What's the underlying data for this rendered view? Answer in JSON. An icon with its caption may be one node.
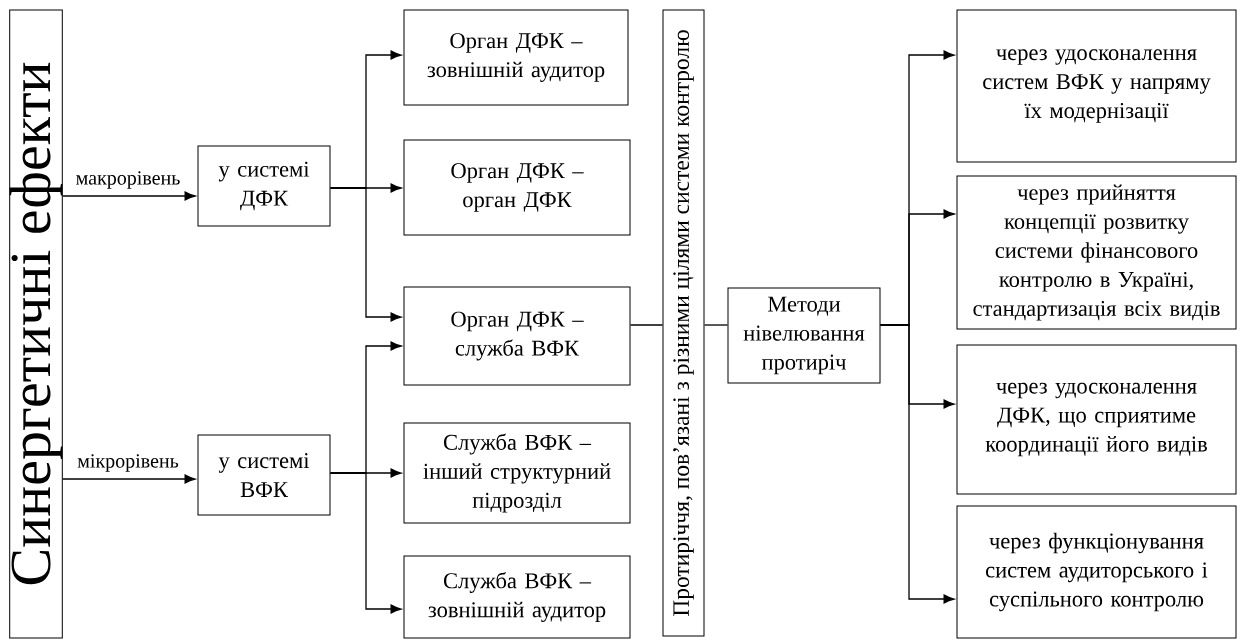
{
  "diagram": {
    "nodes": [
      {
        "text": [
          "Синергетичні ефекти"
        ]
      },
      {
        "text": [
          "у системі ДФК"
        ]
      },
      {
        "text": [
          "у системі ВФК"
        ]
      },
      {
        "text": [
          "Орган ДФК – зовнішній аудитор"
        ]
      },
      {
        "text": [
          "Орган ДФК – орган ДФК"
        ]
      },
      {
        "text": [
          "Орган ДФК – служба ВФК"
        ]
      },
      {
        "text": [
          "Служба ВФК – інший структурний підрозділ"
        ]
      },
      {
        "text": [
          "Служба ВФК – зовнішній аудитор"
        ]
      },
      {
        "text": [
          "Протиріччя, пов’язані з різними цілями системи контролю"
        ]
      },
      {
        "text": [
          "Методи нівелювання протиріч"
        ]
      },
      {
        "text": [
          "через удосконалення систем ВФК у напряму їх модернізації"
        ]
      },
      {
        "text": [
          "через прийняття концепції розвитку системи фінансового контролю в Україні, стандартизація всіх видів"
        ]
      },
      {
        "text": [
          "через удосконалення ДФК, що сприятиме координації його видів"
        ]
      },
      {
        "text": [
          "через функціонування систем аудиторського і суспільного контролю"
        ]
      }
    ],
    "edges": [
      {
        "from": 0,
        "to": 1,
        "arrow": "to",
        "label": "макрорівень"
      },
      {
        "from": 0,
        "to": 2,
        "arrow": "to",
        "label": "мікрорівень"
      },
      {
        "from": 1,
        "to": 3,
        "arrow": "to"
      },
      {
        "from": 1,
        "to": 4,
        "arrow": "to"
      },
      {
        "from": 1,
        "to": 5,
        "arrow": "to"
      },
      {
        "from": 2,
        "to": 5,
        "arrow": "to"
      },
      {
        "from": 2,
        "to": 6,
        "arrow": "to"
      },
      {
        "from": 2,
        "to": 7,
        "arrow": "to"
      },
      {
        "from": 5,
        "to": 8,
        "arrow": "none"
      },
      {
        "from": 8,
        "to": 9,
        "arrow": "none"
      },
      {
        "from": 9,
        "to": 10,
        "arrow": "to"
      },
      {
        "from": 9,
        "to": 11,
        "arrow": "to"
      },
      {
        "from": 9,
        "to": 12,
        "arrow": "to"
      },
      {
        "from": 9,
        "to": 13,
        "arrow": "to"
      }
    ]
  }
}
